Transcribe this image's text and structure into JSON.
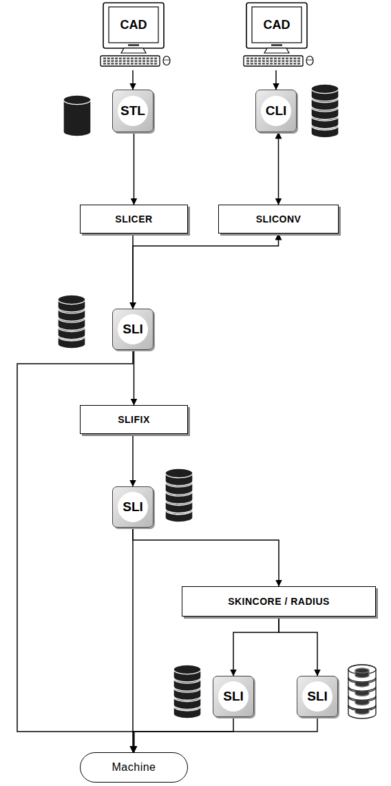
{
  "diagram": {
    "nodes": [
      {
        "text": [
          "CAD"
        ]
      },
      {
        "text": [
          "CAD"
        ]
      },
      {
        "text": [
          "STL"
        ]
      },
      {
        "text": [
          "CLI"
        ]
      },
      {
        "text": [
          "SLICER"
        ]
      },
      {
        "text": [
          "SLICONV"
        ]
      },
      {
        "text": [
          "SLI"
        ]
      },
      {
        "text": [
          "SLIFIX"
        ]
      },
      {
        "text": [
          "SLI"
        ]
      },
      {
        "text": [
          "SKINCORE / RADIUS"
        ]
      },
      {
        "text": [
          "SLI"
        ]
      },
      {
        "text": [
          "SLI"
        ]
      },
      {
        "text": [
          "Machine"
        ]
      }
    ],
    "edges": [
      {
        "from": 0,
        "to": 2,
        "arrow": "to"
      },
      {
        "from": 1,
        "to": 3,
        "arrow": "to"
      },
      {
        "from": 2,
        "to": 4,
        "arrow": "to"
      },
      {
        "from": 3,
        "to": 5,
        "arrow": "both"
      },
      {
        "from": 4,
        "to": 6,
        "arrow": "to"
      },
      {
        "from": 5,
        "to": 6,
        "arrow": "both"
      },
      {
        "from": 6,
        "to": 7,
        "arrow": "to"
      },
      {
        "from": 6,
        "to": 12,
        "arrow": "to"
      },
      {
        "from": 7,
        "to": 8,
        "arrow": "to"
      },
      {
        "from": 8,
        "to": 12,
        "arrow": "to"
      },
      {
        "from": 8,
        "to": 9,
        "arrow": "to"
      },
      {
        "from": 9,
        "to": 10,
        "arrow": "to"
      },
      {
        "from": 9,
        "to": 11,
        "arrow": "to"
      },
      {
        "from": 10,
        "to": 12,
        "arrow": "to"
      },
      {
        "from": 11,
        "to": 12,
        "arrow": "to"
      }
    ]
  }
}
